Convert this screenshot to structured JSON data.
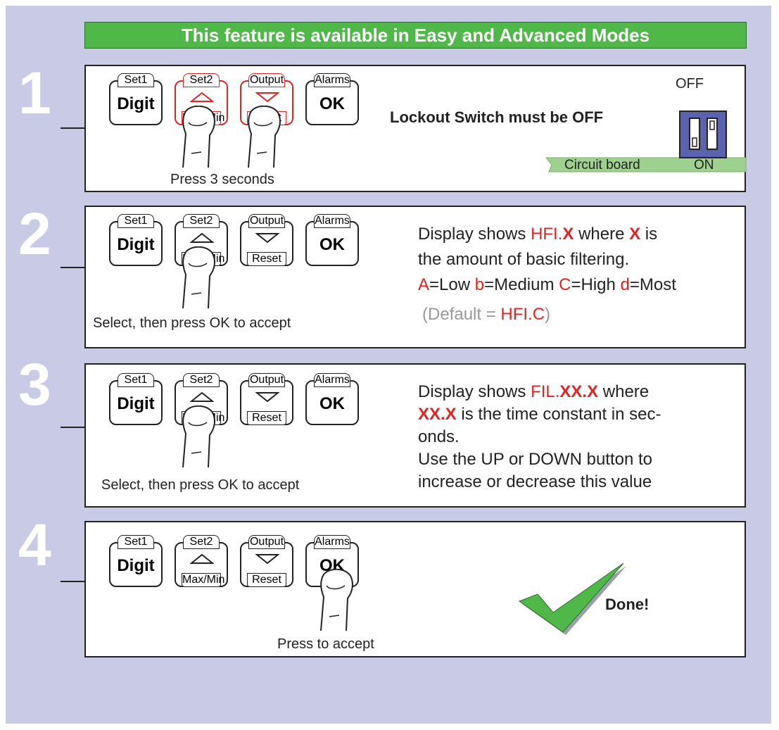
{
  "banner": "This feature is available in Easy and Advanced Modes",
  "buttons": {
    "set1": "Set1",
    "digit": "Digit",
    "set2": "Set2",
    "maxmin": "Max/Min",
    "output": "Output",
    "reset": "Reset",
    "alarms": "Alarms",
    "ok": "OK"
  },
  "steps": [
    {
      "num": "1",
      "caption": "Press 3 seconds",
      "lockout": "Lockout Switch must be OFF",
      "switch": {
        "off": "OFF",
        "on": "ON",
        "board": "Circuit board"
      }
    },
    {
      "num": "2",
      "caption": "Select, then press OK to accept",
      "l1a": "Display shows ",
      "l1code": "HFI.",
      "l1x": "X",
      "l1b": " where ",
      "l1x2": "X",
      "l1c": " is",
      "l2": "the amount of basic filtering.",
      "oA": "A",
      "oAt": "=Low ",
      "ob": "b",
      "obt": "=Medium ",
      "oC": "C",
      "oCt": "=High ",
      "od": "d",
      "odt": "=Most",
      "defA": "(Default = ",
      "defCode": "HFI.C",
      "defB": ")"
    },
    {
      "num": "3",
      "caption": "Select, then press OK to accept",
      "l1a": "Display shows ",
      "l1code": "FIL.",
      "l1x": "XX.X",
      "l1b": " where",
      "l2x": "XX.X",
      "l2": " is the time constant in sec-",
      "l3": "onds.",
      "l4": "Use the UP or DOWN button to",
      "l5": "increase or decrease this value"
    },
    {
      "num": "4",
      "caption": "Press to accept",
      "done": "Done!"
    }
  ],
  "colors": {
    "background": "#c9cae5",
    "banner": "#4fb848",
    "highlight": "#e32222",
    "switch": "#5b63b0",
    "board": "#9ed08f",
    "check": "#4fb848"
  }
}
